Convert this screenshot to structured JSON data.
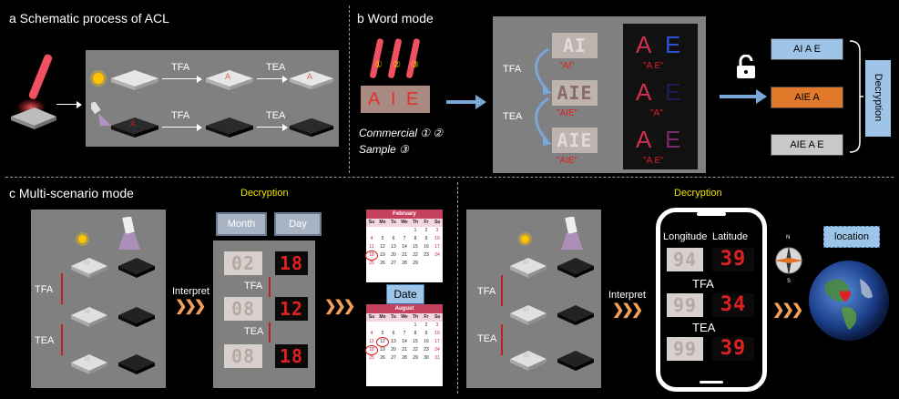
{
  "panel_a": {
    "title": "a  Schematic process of ACL",
    "row1": {
      "step1": "TFA",
      "step2": "TEA",
      "tile1": "A",
      "tile2": "A"
    },
    "row2": {
      "step1": "TFA",
      "step2": "TEA",
      "tile0": "A"
    }
  },
  "panel_b": {
    "title": "b  Word mode",
    "sample_letters": [
      "A",
      "I",
      "E"
    ],
    "tube_marks": [
      "①",
      "②",
      "③"
    ],
    "commercial": "Commercial ① ②",
    "sample": "Sample ③",
    "tfa": "TFA",
    "tea": "TEA",
    "left_labels": [
      "\"AI\"",
      "\"AIE\"",
      "\"AIE\""
    ],
    "left_tiles": [
      "AI",
      "AIE",
      "AIE"
    ],
    "right_labels": [
      "\"A E\"",
      "\"A\"",
      "\"A E\""
    ],
    "right_tiles": [
      [
        "A",
        "E"
      ],
      [
        "A",
        "E"
      ],
      [
        "A",
        "E"
      ]
    ],
    "decrypt_boxes": [
      "AI A E",
      "AIE A",
      "AIE A E"
    ],
    "decrypt_colors": [
      "#9ec5e8",
      "#e07a2a",
      "#c8c8c8"
    ],
    "decryption": "Decryption"
  },
  "panel_c": {
    "title": "c  Multi-scenario mode",
    "left": {
      "tfa": "TFA",
      "tea": "TEA",
      "tiles": [
        "02",
        "08",
        "08"
      ],
      "interpret": "Interpret",
      "decryption": "Decryption",
      "month": "Month",
      "day": "Day",
      "rows": [
        {
          "month": "02",
          "day": "18"
        },
        {
          "month": "08",
          "day": "12"
        },
        {
          "month": "08",
          "day": "18"
        }
      ],
      "row_tfa": "TFA",
      "row_tea": "TEA",
      "date": "Date"
    },
    "calendar_feb": {
      "month": "February",
      "header": [
        "Su",
        "Mo",
        "Tu",
        "We",
        "Th",
        "Fr",
        "Sa"
      ],
      "cells": [
        "",
        "",
        "",
        "",
        "1",
        "2",
        "3",
        "4",
        "5",
        "6",
        "7",
        "8",
        "9",
        "10",
        "11",
        "12",
        "13",
        "14",
        "15",
        "16",
        "17",
        "18",
        "19",
        "20",
        "21",
        "22",
        "23",
        "24",
        "25",
        "26",
        "27",
        "28",
        "29",
        "",
        ""
      ],
      "highlight": "18"
    },
    "calendar_aug": {
      "month": "August",
      "header": [
        "Su",
        "Mo",
        "Tu",
        "We",
        "Th",
        "Fr",
        "Sa"
      ],
      "cells": [
        "",
        "",
        "",
        "",
        "1",
        "2",
        "3",
        "4",
        "5",
        "6",
        "7",
        "8",
        "9",
        "10",
        "11",
        "12",
        "13",
        "14",
        "15",
        "16",
        "17",
        "18",
        "19",
        "20",
        "21",
        "22",
        "23",
        "24",
        "25",
        "26",
        "27",
        "28",
        "29",
        "30",
        "31"
      ],
      "highlight": [
        "12",
        "18"
      ]
    },
    "right": {
      "tfa": "TFA",
      "tea": "TEA",
      "tiles": [
        "94",
        "99",
        "99"
      ],
      "interpret": "Interpret",
      "decryption": "Decryption",
      "longitude": "Longitude",
      "latitude": "Latitude",
      "rows": [
        {
          "lon": "94",
          "lat": "39"
        },
        {
          "lon": "99",
          "lat": "34"
        },
        {
          "lon": "99",
          "lat": "39"
        }
      ],
      "row_tfa": "TFA",
      "row_tea": "TEA",
      "location": "location",
      "compass_n": "N",
      "compass_s": "S"
    }
  }
}
